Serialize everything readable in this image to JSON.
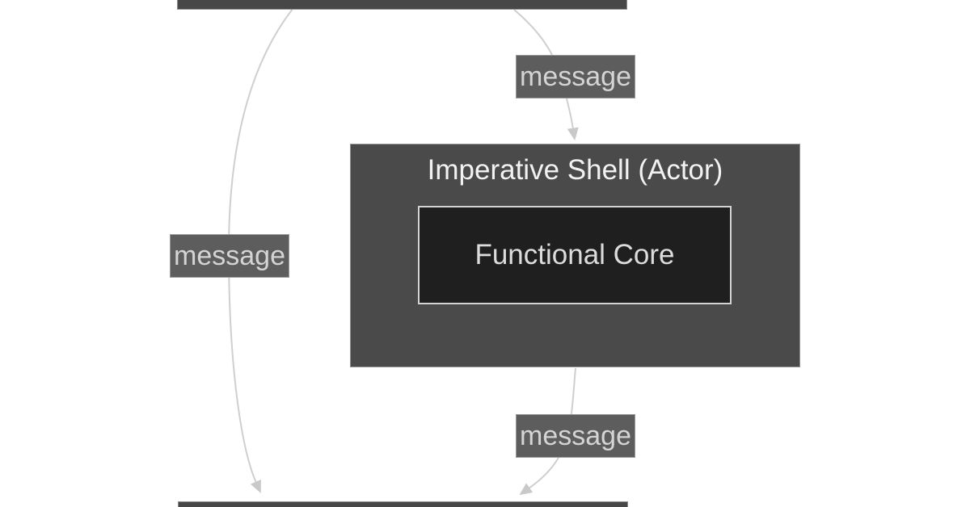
{
  "diagram": {
    "type": "flow-diagram",
    "nodes": {
      "top_boundary": {
        "label": "",
        "shape": "bar",
        "note": "clipped at top edge of image"
      },
      "imperative_shell": {
        "label": "Imperative Shell (Actor)"
      },
      "functional_core": {
        "label": "Functional Core"
      },
      "bottom_boundary": {
        "label": "",
        "shape": "bar",
        "note": "clipped at bottom edge of image"
      }
    },
    "edges": [
      {
        "id": "top-boundary-to-imperative-shell",
        "label": "message",
        "arrow": "down"
      },
      {
        "id": "top-boundary-to-bottom-boundary",
        "label": "message",
        "arrow": "down"
      },
      {
        "id": "imperative-shell-to-bottom-boundary",
        "label": "message",
        "arrow": "down"
      }
    ],
    "colors": {
      "background": "#ffffff",
      "bar_fill": "#474747",
      "shell_fill": "#4a4a4a",
      "core_fill": "#1f1f1f",
      "core_border": "#d4d4d4",
      "label_fill": "#5d5d5d",
      "label_text": "#d4d4d4",
      "shell_title_text": "#f2f2f2",
      "core_text": "#dcdcdc",
      "edge_stroke": "#cfcfcf",
      "arrowhead_fill": "#c9c9c9"
    }
  }
}
